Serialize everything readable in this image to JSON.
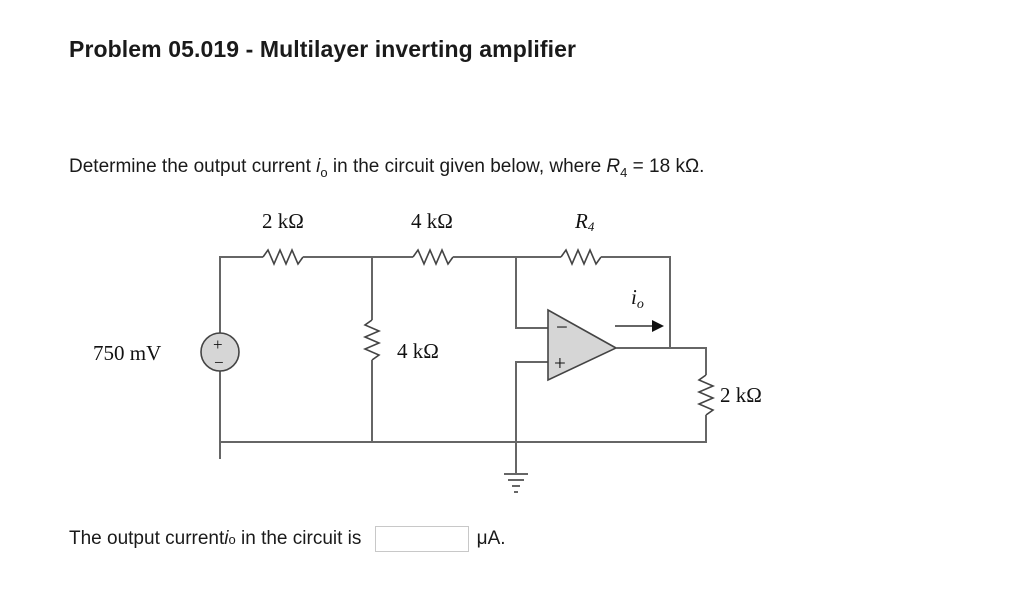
{
  "title": "Problem 05.019 - Multilayer inverting amplifier",
  "question": {
    "prefix": "Determine the output current ",
    "var": "i",
    "var_sub": "o",
    "middle": " in the circuit given below, where ",
    "r_var": "R",
    "r_sub": "4",
    "suffix": " = 18 kΩ."
  },
  "circuit": {
    "r1": "2 kΩ",
    "r2": "4 kΩ",
    "r4": "R",
    "r4_sub": "4",
    "r3": "4 kΩ",
    "r5": "2 kΩ",
    "source": "750 mV",
    "src_plus": "+",
    "src_minus": "−",
    "io_var": "i",
    "io_sub": "o",
    "opamp_minus": "−",
    "opamp_plus": "+"
  },
  "answer": {
    "prefix": "The output current ",
    "var": "i",
    "var_sub": "o",
    "middle": " in the circuit is ",
    "unit": "μA.",
    "value": ""
  }
}
